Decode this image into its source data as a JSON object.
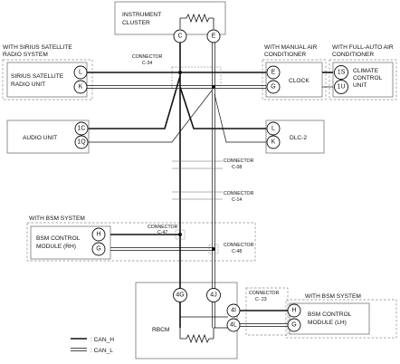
{
  "instrument_cluster": {
    "title_line1": "INSTRUMENT",
    "title_line2": "CLUSTER",
    "pins": [
      "C",
      "E"
    ]
  },
  "sirius_group": {
    "group_line1": "WITH SIRIUS SATELLITE",
    "group_line2": "RADIO SYSTEM",
    "unit_line1": "SIRIUS SATELLITE",
    "unit_line2": "RADIO UNIT",
    "pins": [
      "L",
      "K"
    ]
  },
  "manual_ac_group": {
    "group_line1": "WITH MANUAL AIR",
    "group_line2": "CONDITIONER",
    "unit": "CLOCK",
    "pins": [
      "E",
      "G"
    ]
  },
  "full_auto_group": {
    "group_line1": "WITH FULL-AUTO AIR",
    "group_line2": "CONDITIONER",
    "unit_line1": "CLIMATE",
    "unit_line2": "CONTROL",
    "unit_line3": "UNIT",
    "pins": [
      "1S",
      "1U"
    ]
  },
  "audio_unit": {
    "label": "AUDIO UNIT",
    "pins": [
      "1C",
      "1Q"
    ]
  },
  "dlc": {
    "label": "DLC-2",
    "pins": [
      "L",
      "K"
    ]
  },
  "connectors": {
    "c34": {
      "line1": "CONNECTOR",
      "line2": "C-34"
    },
    "c08": {
      "line1": "CONNECTOR",
      "line2": "C-08"
    },
    "c14": {
      "line1": "CONNECTOR",
      "line2": "C-14"
    },
    "c47": {
      "line1": "CONNECTOR",
      "line2": "C-47"
    },
    "c48": {
      "line1": "CONNECTOR",
      "line2": "C-48"
    },
    "c23": {
      "line1": "CONNECTOR",
      "line2": "C- 23"
    }
  },
  "bsm_rh": {
    "group": "WITH BSM SYSTEM",
    "unit_line1": "BSM CONTROL",
    "unit_line2": "MODULE (RH)",
    "pins": [
      "H",
      "G"
    ]
  },
  "rbcm": {
    "label": "RBCM",
    "top_pins": [
      "4G",
      "4J"
    ],
    "side_pins": [
      "4I",
      "4L"
    ]
  },
  "bsm_lh": {
    "group": "WITH BSM SYSTEM",
    "unit_line1": "BSM CONTROL",
    "unit_line2": "MODULE (LH)",
    "pins": [
      "H",
      "G"
    ]
  },
  "legend": {
    "can_h": ": CAN_H",
    "can_l": ": CAN_L"
  }
}
